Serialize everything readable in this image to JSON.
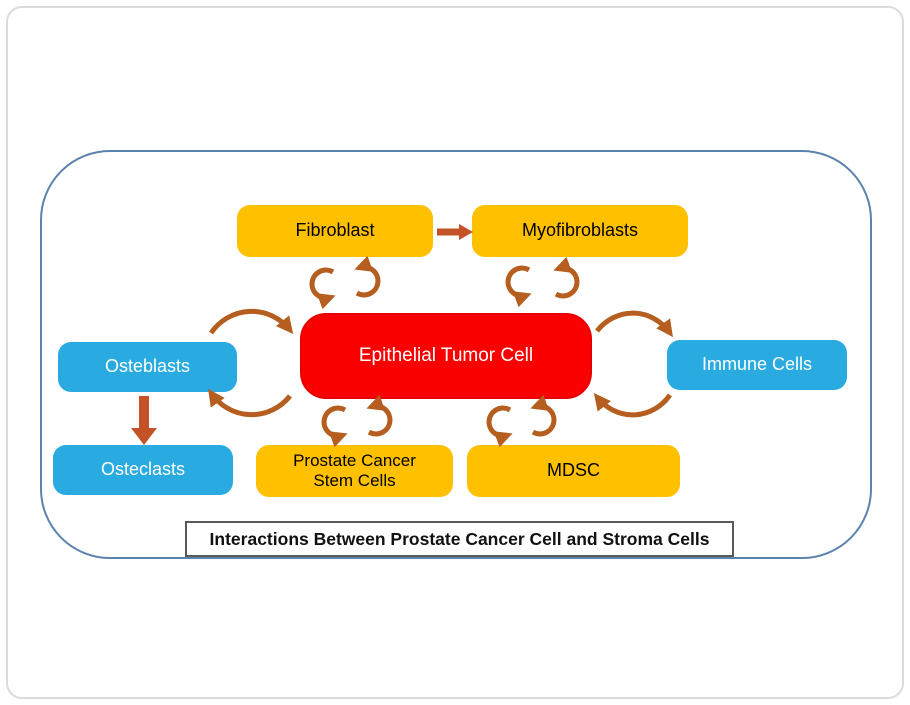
{
  "diagram": {
    "caption": "Interactions Between Prostate Cancer Cell and Stroma Cells",
    "nodes": {
      "fibroblast": {
        "label": "Fibroblast",
        "color": "#FFC000"
      },
      "myofibroblasts": {
        "label": "Myofibroblasts",
        "color": "#FFC000"
      },
      "epithelial_tumor_cell": {
        "label": "Epithelial Tumor Cell",
        "color": "#FB0000"
      },
      "osteblasts": {
        "label": "Osteblasts",
        "color": "#29ABE2"
      },
      "osteclasts": {
        "label": "Osteclasts",
        "color": "#29ABE2"
      },
      "immune_cells": {
        "label": "Immune Cells",
        "color": "#29ABE2"
      },
      "prostate_cancer_stem_cells": {
        "label_line1": "Prostate Cancer",
        "label_line2": "Stem Cells",
        "color": "#FFC000"
      },
      "mdsc": {
        "label": "MDSC",
        "color": "#FFC000"
      }
    },
    "edges": [
      {
        "from": "fibroblast",
        "to": "myofibroblasts",
        "type": "one-way"
      },
      {
        "from": "osteblasts",
        "to": "osteclasts",
        "type": "one-way"
      },
      {
        "from": "epithelial_tumor_cell",
        "to": "fibroblast",
        "type": "two-way-cycle"
      },
      {
        "from": "epithelial_tumor_cell",
        "to": "myofibroblasts",
        "type": "two-way-cycle"
      },
      {
        "from": "epithelial_tumor_cell",
        "to": "osteblasts",
        "type": "two-way-cycle"
      },
      {
        "from": "epithelial_tumor_cell",
        "to": "immune_cells",
        "type": "two-way-cycle"
      },
      {
        "from": "epithelial_tumor_cell",
        "to": "prostate_cancer_stem_cells",
        "type": "two-way-cycle"
      },
      {
        "from": "epithelial_tumor_cell",
        "to": "mdsc",
        "type": "two-way-cycle"
      }
    ],
    "colors": {
      "node_orange": "#FFC000",
      "node_blue": "#29ABE2",
      "node_red": "#FB0000",
      "straight_arrow": "#C35226",
      "curved_arrow": "#B55E1F",
      "frame_border": "#5C83AE",
      "caption_border": "#595959"
    }
  }
}
